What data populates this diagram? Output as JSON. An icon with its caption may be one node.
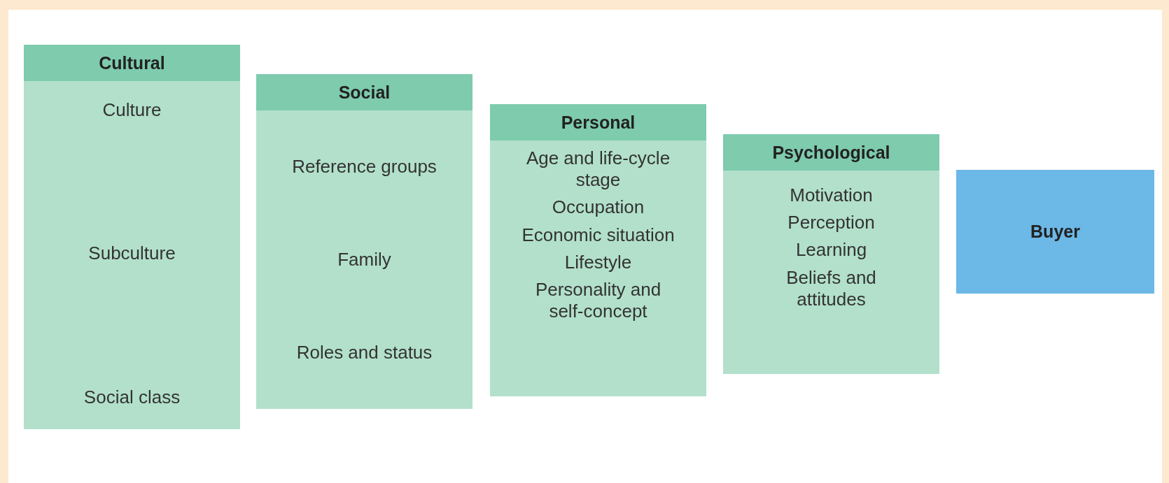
{
  "diagram": {
    "nodes": [
      {
        "text": [
          "Cultural",
          "Culture",
          "Subculture",
          "Social class"
        ]
      },
      {
        "text": [
          "Social",
          "Reference groups",
          "Family",
          "Roles and status"
        ]
      },
      {
        "text": [
          "Personal",
          "Age and life-cycle stage",
          "Occupation",
          "Economic situation",
          "Lifestyle",
          "Personality and self-concept"
        ]
      },
      {
        "text": [
          "Psychological",
          "Motivation",
          "Perception",
          "Learning",
          "Beliefs and attitudes"
        ]
      },
      {
        "text": [
          "Buyer"
        ]
      }
    ]
  }
}
